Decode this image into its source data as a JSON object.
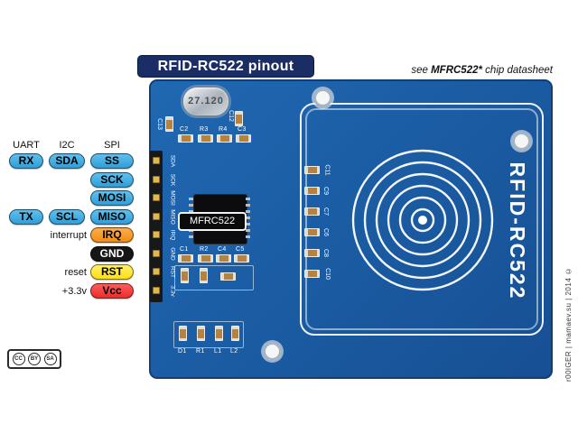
{
  "title": "RFID-RC522 pinout",
  "note": {
    "prefix": "see ",
    "chip": "MFRC522*",
    "suffix": " chip datasheet"
  },
  "pinout": {
    "headers": [
      "UART",
      "I2C",
      "SPI"
    ],
    "rows": [
      {
        "uart": "RX",
        "i2c": "SDA",
        "spi": "SS"
      },
      {
        "spi": "SCK"
      },
      {
        "spi": "MOSI"
      },
      {
        "uart": "TX",
        "i2c": "SCL",
        "spi": "MISO"
      },
      {
        "note": "interrupt",
        "pin": "IRQ"
      },
      {
        "pin": "GND"
      },
      {
        "note": "reset",
        "pin": "RST"
      },
      {
        "note": "+3.3v",
        "pin": "Vcc"
      }
    ]
  },
  "board": {
    "name_vertical": "RFID-RC522",
    "chip": "MFRC522",
    "crystal": "27.120",
    "pin_labels": [
      "SDA",
      "SCK",
      "MOSI",
      "MISO",
      "IRQ",
      "GND",
      "RST",
      "3.3v"
    ],
    "components": {
      "top": [
        "C2",
        "R3",
        "R4",
        "C3"
      ],
      "side": [
        "C13",
        "C12"
      ],
      "mid": [
        "C1",
        "R2",
        "C4",
        "C5"
      ],
      "antenna_column": [
        "C11",
        "C9",
        "C7",
        "C6",
        "C8",
        "C10"
      ],
      "bottom": [
        "D1",
        "R1",
        "L1",
        "L2"
      ]
    }
  },
  "watermark": "r00lGER | mamaev.su | 2014 ©",
  "license": {
    "icons": [
      "cc",
      "by",
      "sa"
    ]
  },
  "colors": {
    "board_blue": "#1b5da4",
    "badge_navy": "#1a2d64",
    "pill_blue": "#3fa9e0",
    "irq_orange": "#f79b28",
    "gnd_black": "#161616",
    "rst_yellow": "#ffe62e",
    "vcc_red": "#fa4040"
  }
}
